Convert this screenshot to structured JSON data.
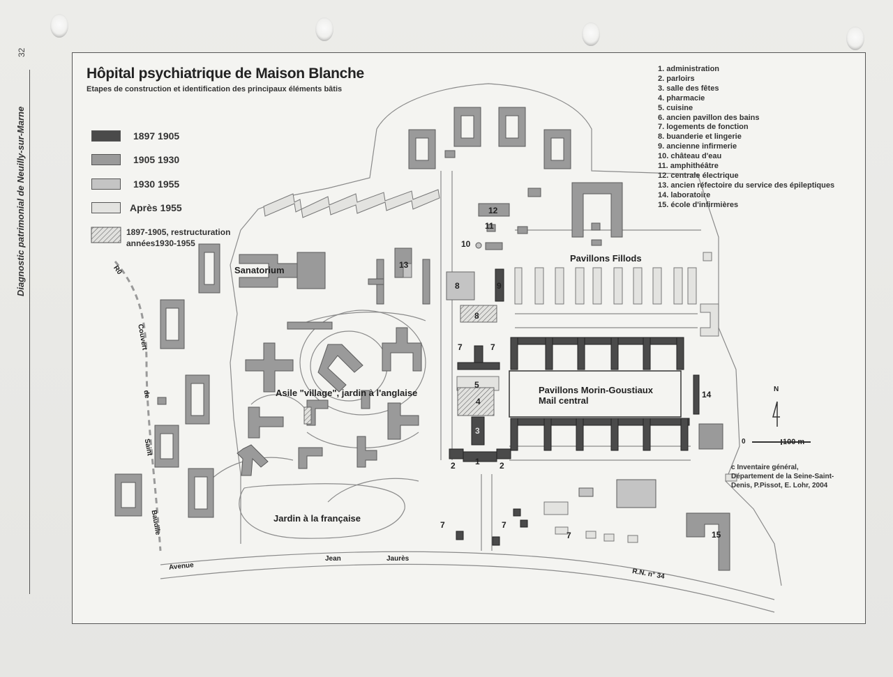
{
  "page": {
    "number": "32",
    "side_title": "Diagnostic patrimonial de Neuilly-sur-Marne"
  },
  "map": {
    "title": "Hôpital psychiatrique de Maison Blanche",
    "subtitle": "Etapes de construction et identification des principaux éléments bâtis",
    "legend": [
      {
        "label": "1897 1905",
        "color": "#4a4a4a"
      },
      {
        "label": "1905 1930",
        "color": "#9a9a9a"
      },
      {
        "label": "1930 1955",
        "color": "#c4c4c4"
      },
      {
        "label": "Après 1955",
        "color": "#e3e3e0"
      }
    ],
    "legend_hatch": {
      "line1": "1897-1905, restructuration",
      "line2": "années1930-1955"
    },
    "key": [
      "1. administration",
      "2. parloirs",
      "3. salle des fêtes",
      "4. pharmacie",
      "5. cuisine",
      "6. ancien pavillon des bains",
      "7. logements de fonction",
      "8. buanderie et lingerie",
      "9. ancienne infirmerie",
      "10. château d'eau",
      "11. amphithéâtre",
      "12. centrale électrique",
      "13. ancien réfectoire du service des épileptiques",
      "14. laboratoire",
      "15. école d'infirmières"
    ],
    "areas": {
      "sanatorium": "Sanatorium",
      "fillods": "Pavillons Fillods",
      "morin_1": "Pavillons Morin-Goustiaux",
      "morin_2": "Mail central",
      "asile": "Asile \"village\", jardin à l'anglaise",
      "jardin": "Jardin à la française"
    },
    "streets": {
      "r0": "R0",
      "couvert": "Couvert",
      "de": "de",
      "saint": "Saint",
      "baudile": "Baudile",
      "avenue": "Avenue",
      "jean": "Jean",
      "jaures": "Jaurès",
      "rn": "R.N. n° 34"
    },
    "numbers": {
      "n1": "1",
      "n2a": "2",
      "n2b": "2",
      "n3": "3",
      "n4": "4",
      "n5": "5",
      "n7a": "7",
      "n7b": "7",
      "n7c": "7",
      "n7d": "7",
      "n7e": "7",
      "n8a": "8",
      "n8b": "8",
      "n9": "9",
      "n10": "10",
      "n11": "11",
      "n12": "12",
      "n13": "13",
      "n14": "14",
      "n15": "15"
    },
    "north": {
      "letter": "N"
    },
    "scale": {
      "zero": "0",
      "label": "100 m"
    },
    "credit": {
      "line1": "c Inventaire général,",
      "line2": "Département de la Seine-Saint-",
      "line3": "Denis, P.Pissot, E. Lohr, 2004"
    }
  }
}
